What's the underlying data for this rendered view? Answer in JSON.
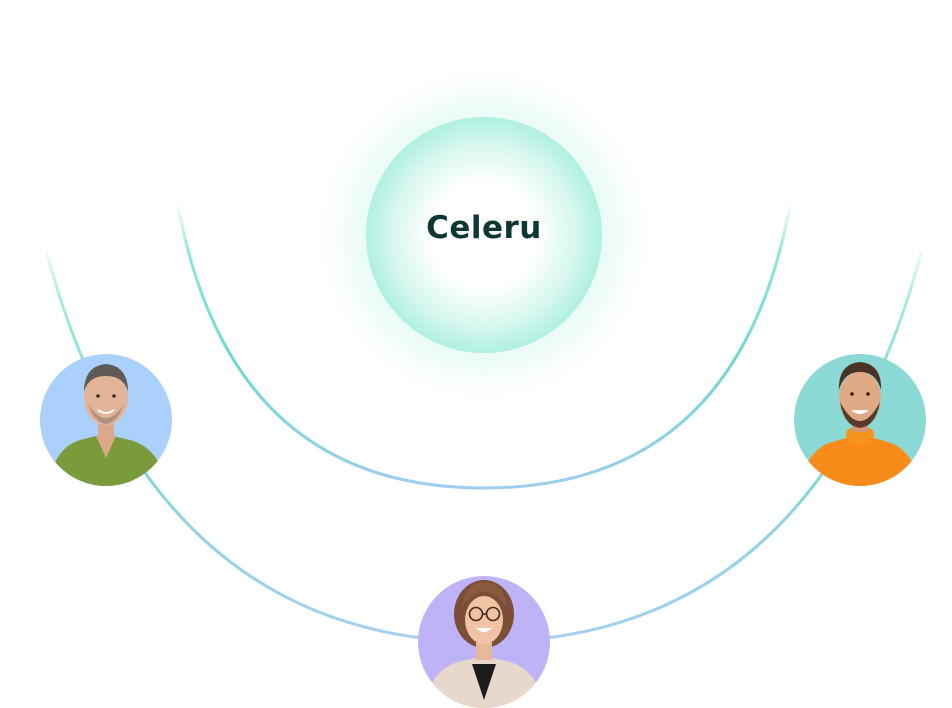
{
  "brand": {
    "name": "Celeru",
    "text_color": "#0e3634"
  },
  "colors": {
    "ring_teal": "#5fdcc8",
    "ring_blue": "#9fcdf2",
    "glow_mint": "#a8efe0",
    "avatar_left_bg": "#a9d1fb",
    "avatar_right_bg": "#8ad9d4",
    "avatar_bottom_bg": "#beb3f7"
  },
  "avatars": [
    {
      "id": "left",
      "description_icon": "person-green-sweater-icon"
    },
    {
      "id": "right",
      "description_icon": "person-orange-sweater-icon"
    },
    {
      "id": "bottom",
      "description_icon": "person-glasses-icon"
    }
  ]
}
